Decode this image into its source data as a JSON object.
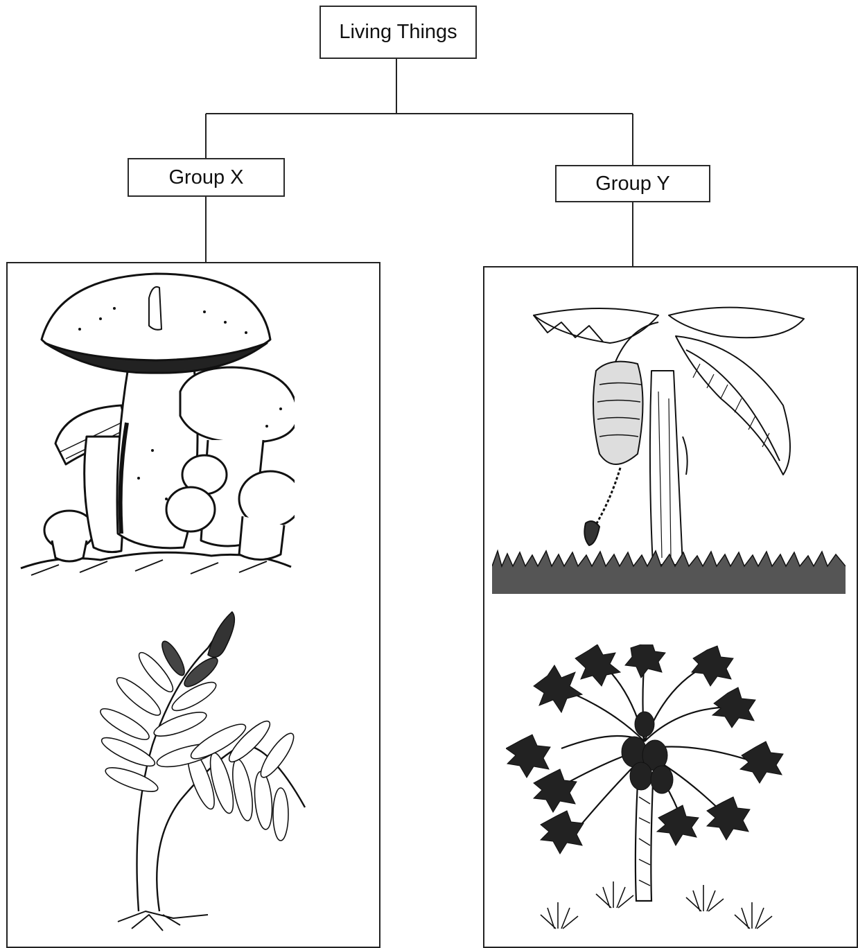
{
  "root": {
    "label": "Living Things"
  },
  "groups": [
    {
      "label": "Group X",
      "members": [
        "mushroom-illustration",
        "fern-illustration"
      ]
    },
    {
      "label": "Group Y",
      "members": [
        "banana-plant-illustration",
        "papaya-tree-illustration"
      ]
    }
  ],
  "colors": {
    "ink": "#1a1a1a",
    "paper": "#ffffff"
  }
}
